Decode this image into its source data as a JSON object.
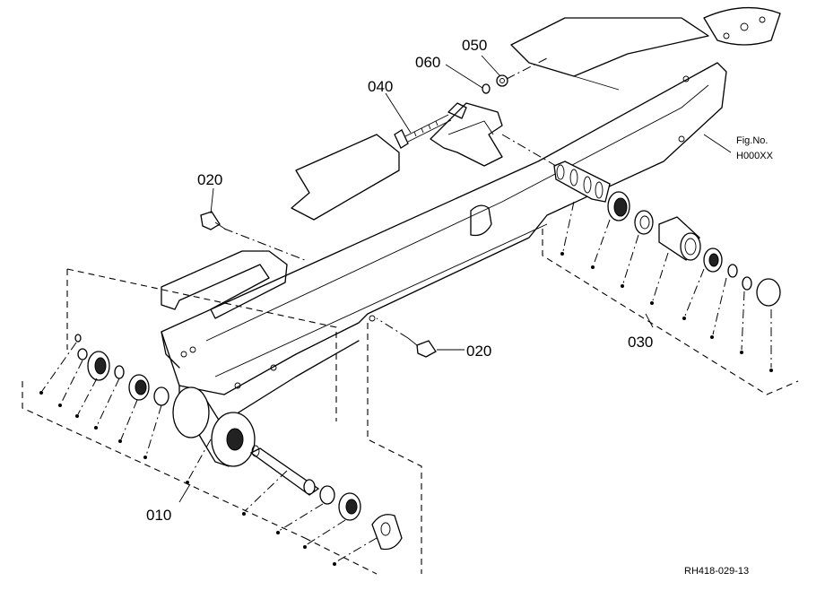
{
  "callouts": {
    "c050": "050",
    "c060": "060",
    "c040": "040",
    "c020_top": "020",
    "c020_mid": "020",
    "c030": "030",
    "c010": "010"
  },
  "figure_ref": {
    "line1": "Fig.No.",
    "line2": "H000XX"
  },
  "drawing_code": "RH418-029-13"
}
